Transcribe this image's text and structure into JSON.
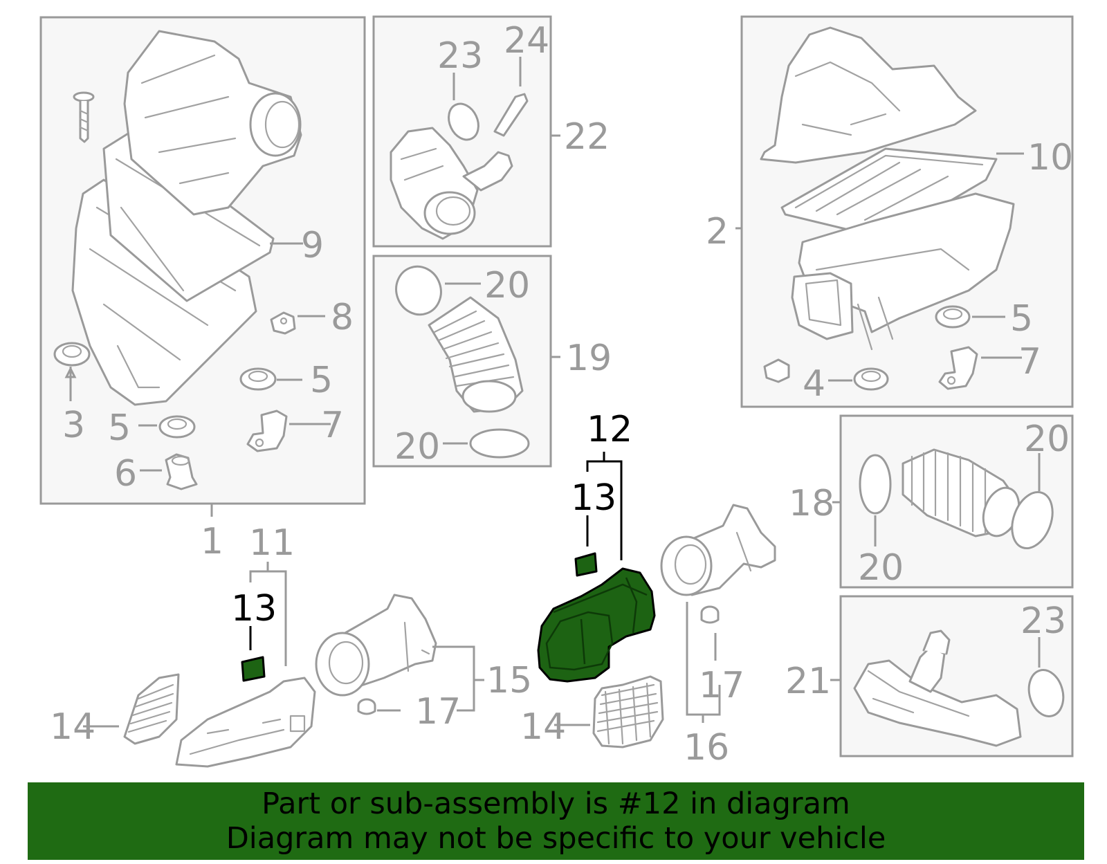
{
  "colors": {
    "highlight": "#1d6313",
    "banner": "#1f6b13",
    "line": "#9a9a9a",
    "box": "#f7f7f7"
  },
  "callouts": {
    "c1": "1",
    "c2": "2",
    "c3": "3",
    "c4": "4",
    "c5a": "5",
    "c5b": "5",
    "c5c": "5",
    "c6": "6",
    "c7a": "7",
    "c7b": "7",
    "c8": "8",
    "c9": "9",
    "c10": "10",
    "c11": "11",
    "c12": "12",
    "c13a": "13",
    "c13b": "13",
    "c14a": "14",
    "c14b": "14",
    "c15": "15",
    "c16": "16",
    "c17a": "17",
    "c17b": "17",
    "c18": "18",
    "c19": "19",
    "c20a": "20",
    "c20b": "20",
    "c20c": "20",
    "c20d": "20",
    "c21": "21",
    "c22": "22",
    "c23a": "23",
    "c23b": "23",
    "c24": "24"
  },
  "banner": {
    "line1": "Part or sub-assembly is #12 in diagram",
    "line2": "Diagram may not be specific to your vehicle"
  }
}
